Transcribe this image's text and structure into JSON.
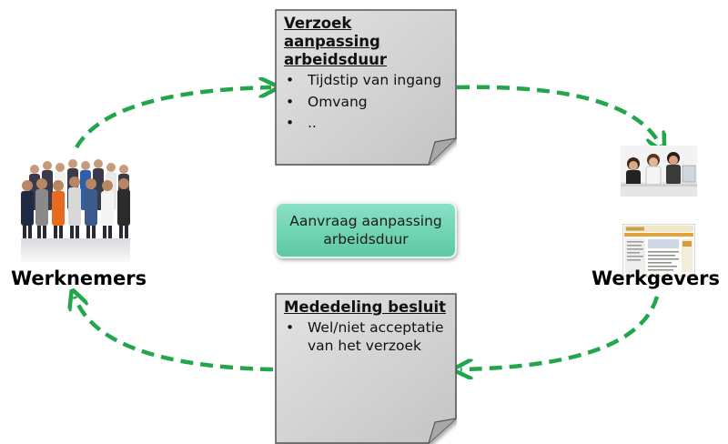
{
  "request_doc": {
    "title_lines": [
      "Verzoek",
      "aanpassing",
      "arbeidsduur"
    ],
    "items": [
      {
        "bullet": "•",
        "text": "Tijdstip van ingang"
      },
      {
        "bullet": "•",
        "text": "Omvang"
      },
      {
        "bullet": "•",
        "text": ".."
      }
    ]
  },
  "center_box": {
    "text": "Aanvraag aanpassing arbeidsduur",
    "colors": {
      "fill": "#6fd4b3",
      "border": "#e6f5ee"
    }
  },
  "decision_doc": {
    "title": "Mededeling besluit",
    "items": [
      {
        "bullet": "•",
        "text": "Wel/niet acceptatie van het verzoek"
      }
    ]
  },
  "left_party": {
    "label": "Werknemers",
    "image": "group-of-employees-photo"
  },
  "right_party": {
    "label": "Werkgevers",
    "images": [
      "call-center-photo",
      "website-screenshot-photo"
    ]
  },
  "style": {
    "arrow_color": "#22a64b",
    "doc_fill": "#d9d9d9"
  }
}
